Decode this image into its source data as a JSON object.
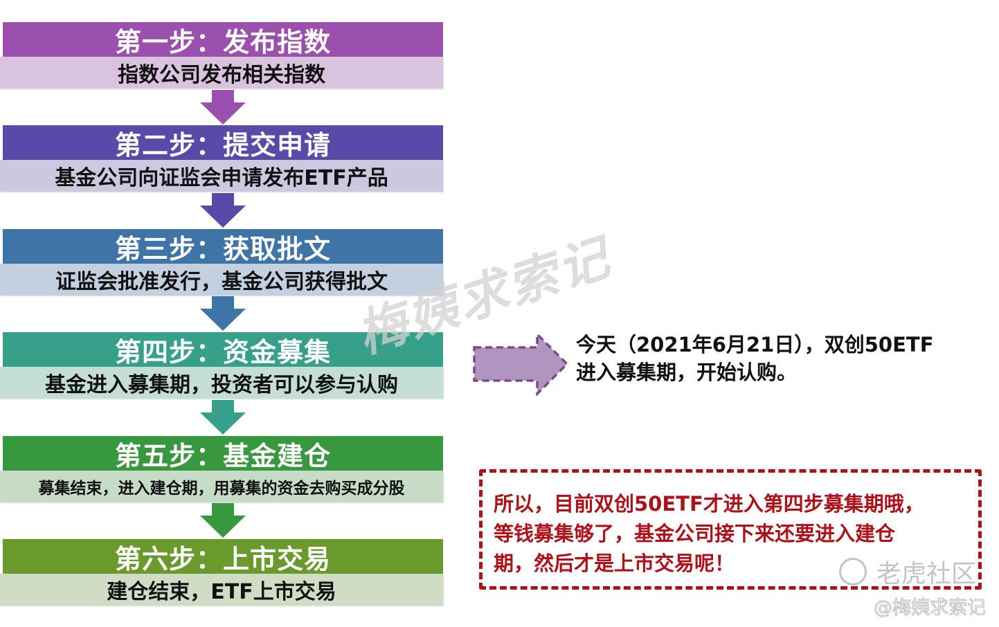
{
  "steps": [
    {
      "title": "第一步：发布指数",
      "desc": "指数公司发布相关指数",
      "title_color": "#9a50ac",
      "desc_color": "#d9c3df"
    },
    {
      "title": "第二步：提交申请",
      "desc": "基金公司向证监会申请发布ETF产品",
      "title_color": "#5a49a8",
      "desc_color": "#cbc8df"
    },
    {
      "title": "第三步：获取批文",
      "desc": "证监会批准发行，基金公司获得批文",
      "title_color": "#3e74a6",
      "desc_color": "#c3d0df"
    },
    {
      "title": "第四步：资金募集",
      "desc": "基金进入募集期，投资者可以参与认购",
      "title_color": "#36a08b",
      "desc_color": "#c4ddd6"
    },
    {
      "title": "第五步：基金建仓",
      "desc": "募集结束，进入建仓期，用募集的资金去购买成分股",
      "title_color": "#37983f",
      "desc_color": "#c6dcc7"
    },
    {
      "title": "第六步：上市交易",
      "desc": "建仓结束，ETF上市交易",
      "title_color": "#6a9a2c",
      "desc_color": "#d1dcc4"
    }
  ],
  "callout": {
    "line1": "今天（2021年6月21日），双创50ETF",
    "line2": "进入募集期，开始认购。",
    "arrow_fill": "#b095c0",
    "arrow_border": "#7a4a8c"
  },
  "conclusion": {
    "line1": "所以，目前双创50ETF才进入第四步募集期哦，",
    "line2": "等钱募集够了，基金公司接下来还要进入建仓",
    "line3": "期，然后才是上市交易呢！",
    "color": "#b01018"
  },
  "watermarks": {
    "main": "梅姨求索记",
    "brand": "老虎社区",
    "author": "@梅姨求索记"
  }
}
